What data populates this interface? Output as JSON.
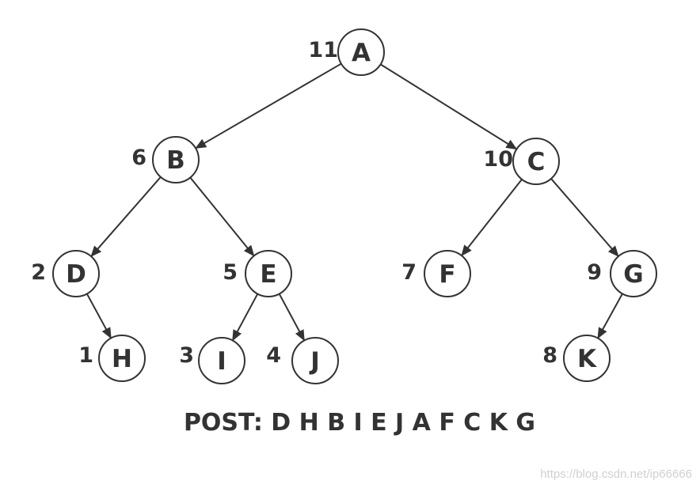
{
  "tree": {
    "nodes": [
      {
        "id": "A",
        "label": "A",
        "order": "11"
      },
      {
        "id": "B",
        "label": "B",
        "order": "6"
      },
      {
        "id": "C",
        "label": "C",
        "order": "10"
      },
      {
        "id": "D",
        "label": "D",
        "order": "2"
      },
      {
        "id": "E",
        "label": "E",
        "order": "5"
      },
      {
        "id": "F",
        "label": "F",
        "order": "7"
      },
      {
        "id": "G",
        "label": "G",
        "order": "9"
      },
      {
        "id": "H",
        "label": "H",
        "order": "1"
      },
      {
        "id": "I",
        "label": "I",
        "order": "3"
      },
      {
        "id": "J",
        "label": "J",
        "order": "4"
      },
      {
        "id": "K",
        "label": "K",
        "order": "8"
      }
    ],
    "edges": [
      [
        "A",
        "B"
      ],
      [
        "A",
        "C"
      ],
      [
        "B",
        "D"
      ],
      [
        "B",
        "E"
      ],
      [
        "C",
        "F"
      ],
      [
        "C",
        "G"
      ],
      [
        "D",
        "H"
      ],
      [
        "E",
        "I"
      ],
      [
        "E",
        "J"
      ],
      [
        "G",
        "K"
      ]
    ]
  },
  "caption": "POST: D H B I E J A F C K G",
  "watermark": "https://blog.csdn.net/ip66666",
  "colors": {
    "ink": "#333333",
    "watermark": "#d0d0d0"
  }
}
